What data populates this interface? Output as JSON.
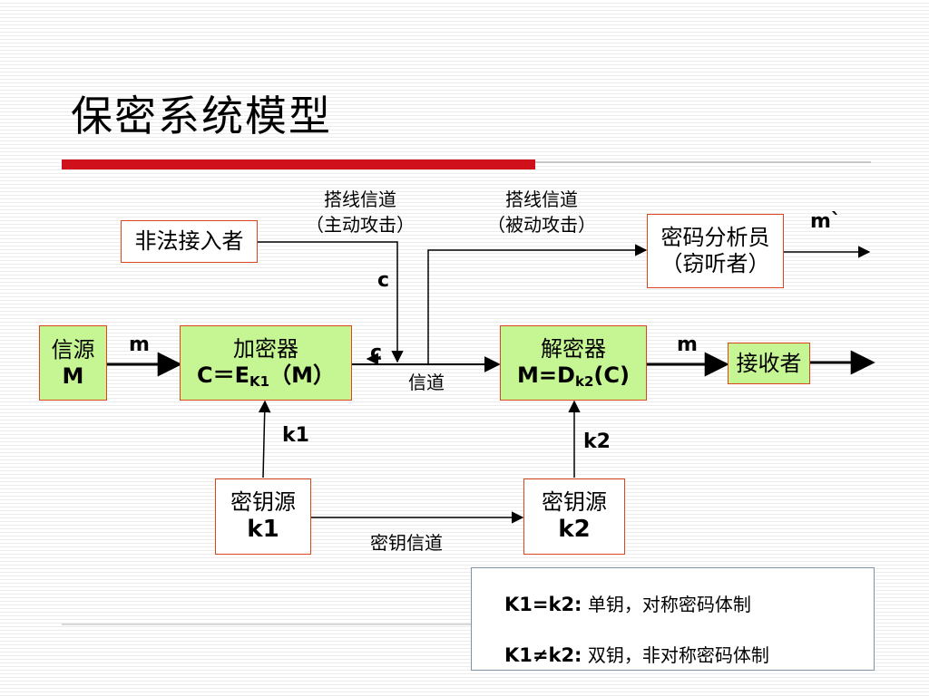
{
  "title": "保密系统模型",
  "boxes": {
    "source": {
      "line1": "信源",
      "line2": "M"
    },
    "encryptor": {
      "line1": "加密器",
      "line2_main": "C＝E",
      "line2_sub": "K1",
      "line2_tail": "（M）"
    },
    "decryptor": {
      "line1": "解密器",
      "line2_main": "M=D",
      "line2_sub": "k2",
      "line2_tail": "(C)"
    },
    "receiver": {
      "text": "接收者"
    },
    "intruder": {
      "text": "非法接入者"
    },
    "analyst": {
      "line1": "密码分析员",
      "line2": "（窃听者）"
    },
    "keysource1": {
      "line1": "密钥源",
      "line2": "k1"
    },
    "keysource2": {
      "line1": "密钥源",
      "line2": "k2"
    }
  },
  "labels": {
    "tap_active": {
      "line1": "搭线信道",
      "line2": "（主动攻击）"
    },
    "tap_passive": {
      "line1": "搭线信道",
      "line2": "（被动攻击）"
    },
    "m_in": "m",
    "m_out": "m",
    "m_prime": "m`",
    "c_top": "c",
    "c_mid": "c",
    "channel": "信道",
    "k1": "k1",
    "k2": "k2",
    "key_channel": "密钥信道"
  },
  "legend": {
    "row1": {
      "key": "K1=k2:",
      "text": "单钥，对称密码体制"
    },
    "row2": {
      "key": "K1≠k2:",
      "text": "双钥，非对称密码体制"
    }
  },
  "colors": {
    "title_bar": "#d0101a",
    "box_green": "#c6f593",
    "box_border": "#d9461d"
  }
}
